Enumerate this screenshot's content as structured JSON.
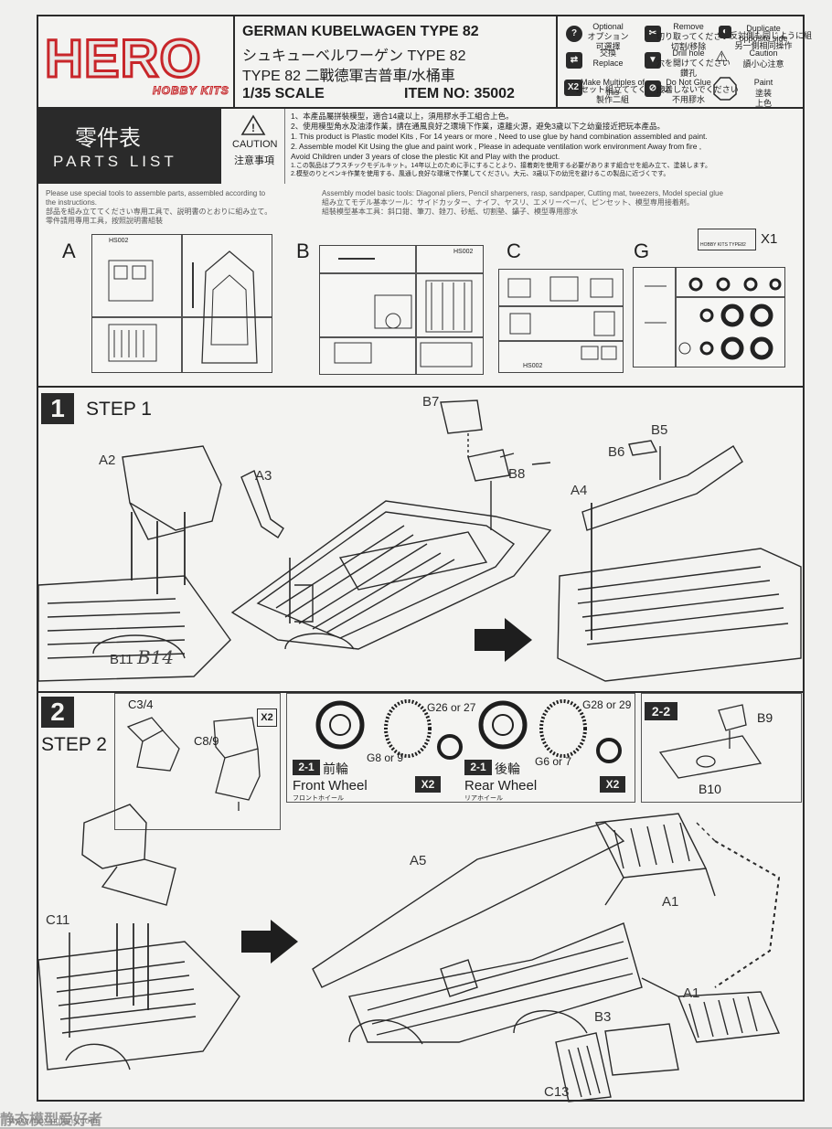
{
  "brand": {
    "logo_text": "HERO",
    "logo_sub": "HOBBY KITS"
  },
  "header": {
    "title_en": "GERMAN KUBELWAGEN TYPE 82",
    "title_jp": "シュキューベルワーゲン TYPE 82",
    "title_cn": "TYPE 82 二戰德軍吉普車/水桶車",
    "scale": "1/35 SCALE",
    "item_no": "ITEM NO: 35002"
  },
  "legend": [
    {
      "icon": "question-icon",
      "title": "Optional",
      "sub": "オプション\n可選擇"
    },
    {
      "icon": "remove-icon",
      "title": "Remove",
      "sub": "切り取ってください\n切割/移除"
    },
    {
      "icon": "duplicate-icon",
      "title": "Duplicate opposite side",
      "sub": "反対側も同じように組\n另一側相同操作"
    },
    {
      "icon": "replace-icon",
      "title": "交換\nReplace",
      "sub": ""
    },
    {
      "icon": "drill-icon",
      "title": "Drill hole",
      "sub": "穴を開けてください\n鑽孔"
    },
    {
      "icon": "caution-icon",
      "title": "Caution",
      "sub": "讀小心注意"
    },
    {
      "icon": "x2-icon",
      "title": "Make Multiples of this",
      "sub": "2セット組立ててください\n製作二組"
    },
    {
      "icon": "noglue-icon",
      "title": "Do Not Glue",
      "sub": "接着しないでください\n不用膠水"
    },
    {
      "icon": "paint-icon",
      "title": "Paint",
      "sub": "塗装\n上色"
    }
  ],
  "parts": {
    "title_cn": "零件表",
    "title_en": "PARTS LIST",
    "caution_en": "CAUTION",
    "caution_cn": "注意事項",
    "notes": [
      "1、本產品屬拼裝模型，適合14歲以上，須用膠水手工組合上色。",
      "2、使用模型角水及油漆作業，請在通風良好之環境下作業，遠離火源，避免3歲以下之幼童接近把玩本產品。",
      "1. This product is Plastic model Kits , For 14 years or more , Need to use glue by hand combination  assembled and paint.",
      "2. Assemble model Kit Using the glue and paint work , Please in adequate ventilation work environment Away from fire ,",
      "    Avoid Children under 3 years of close the plestic Kit and Play with the product.",
      "1.この製品はプラスチックモデルキット。14年以上のために手にすることより、接着剤を使用する必要があります組合せを組み立て、塗装します。",
      "2.模型のりとペンキ作業を使用する、風通し良好な環境で作業してください。大元、3歳以下の幼児を避けるこの製品に近づくです。"
    ],
    "tools_left": [
      "Please use special tools to assemble parts, assembled according to",
      "the instructions.",
      "部品を組み立ててください専用工具で、説明書のとおりに組み立て。",
      "零件請用專用工具，按照說明書組裝"
    ],
    "tools_right": [
      "Assembly model basic tools: Diagonal pliers, Pencil sharpeners, rasp, sandpaper, Cutting mat, tweezers, Model special glue",
      "組み立てモデル基本ツール：サイドカッター、ナイフ、ヤスリ、エメリーペーパ、ピンセット、模型専用接着剤。",
      "組裝模型基本工具：斜口鉗、筆刀、銼刀、砂紙、切割墊、鑷子、模型專用膠水"
    ],
    "sprues": [
      {
        "id": "A",
        "tag": "HS002"
      },
      {
        "id": "B",
        "tag": "HS002"
      },
      {
        "id": "C",
        "tag": "HS002"
      },
      {
        "id": "G",
        "tag": "HOBBY KITS TYPE82"
      }
    ],
    "g_count": "X1"
  },
  "step1": {
    "number": "1",
    "label": "STEP 1",
    "callouts": [
      "A2",
      "A3",
      "B7",
      "B5",
      "B6",
      "B8",
      "A4",
      "B11",
      "B14"
    ]
  },
  "step2": {
    "number": "2",
    "label": "STEP 2",
    "inset_labels": [
      "C3/4",
      "C8/9",
      "X2"
    ],
    "front": {
      "tag": "2-1",
      "cn": "前輪",
      "en": "Front Wheel",
      "jp": "フロントホイール",
      "parts": "G8 or 9",
      "tire": "G26 or 27",
      "qty": "X2"
    },
    "rear": {
      "tag": "2-1",
      "cn": "後輪",
      "en": "Rear Wheel",
      "jp": "リアホイール",
      "parts": "G6 or 7",
      "tire": "G28 or 29",
      "qty": "X2"
    },
    "sub22": {
      "tag": "2-2",
      "parts": [
        "B9",
        "B10"
      ]
    },
    "callouts": [
      "C11",
      "A5",
      "A1",
      "A1",
      "B3",
      "C13"
    ]
  },
  "watermark": {
    "cn": "静态模型爱好者",
    "url": "www.moxingfans.com"
  }
}
